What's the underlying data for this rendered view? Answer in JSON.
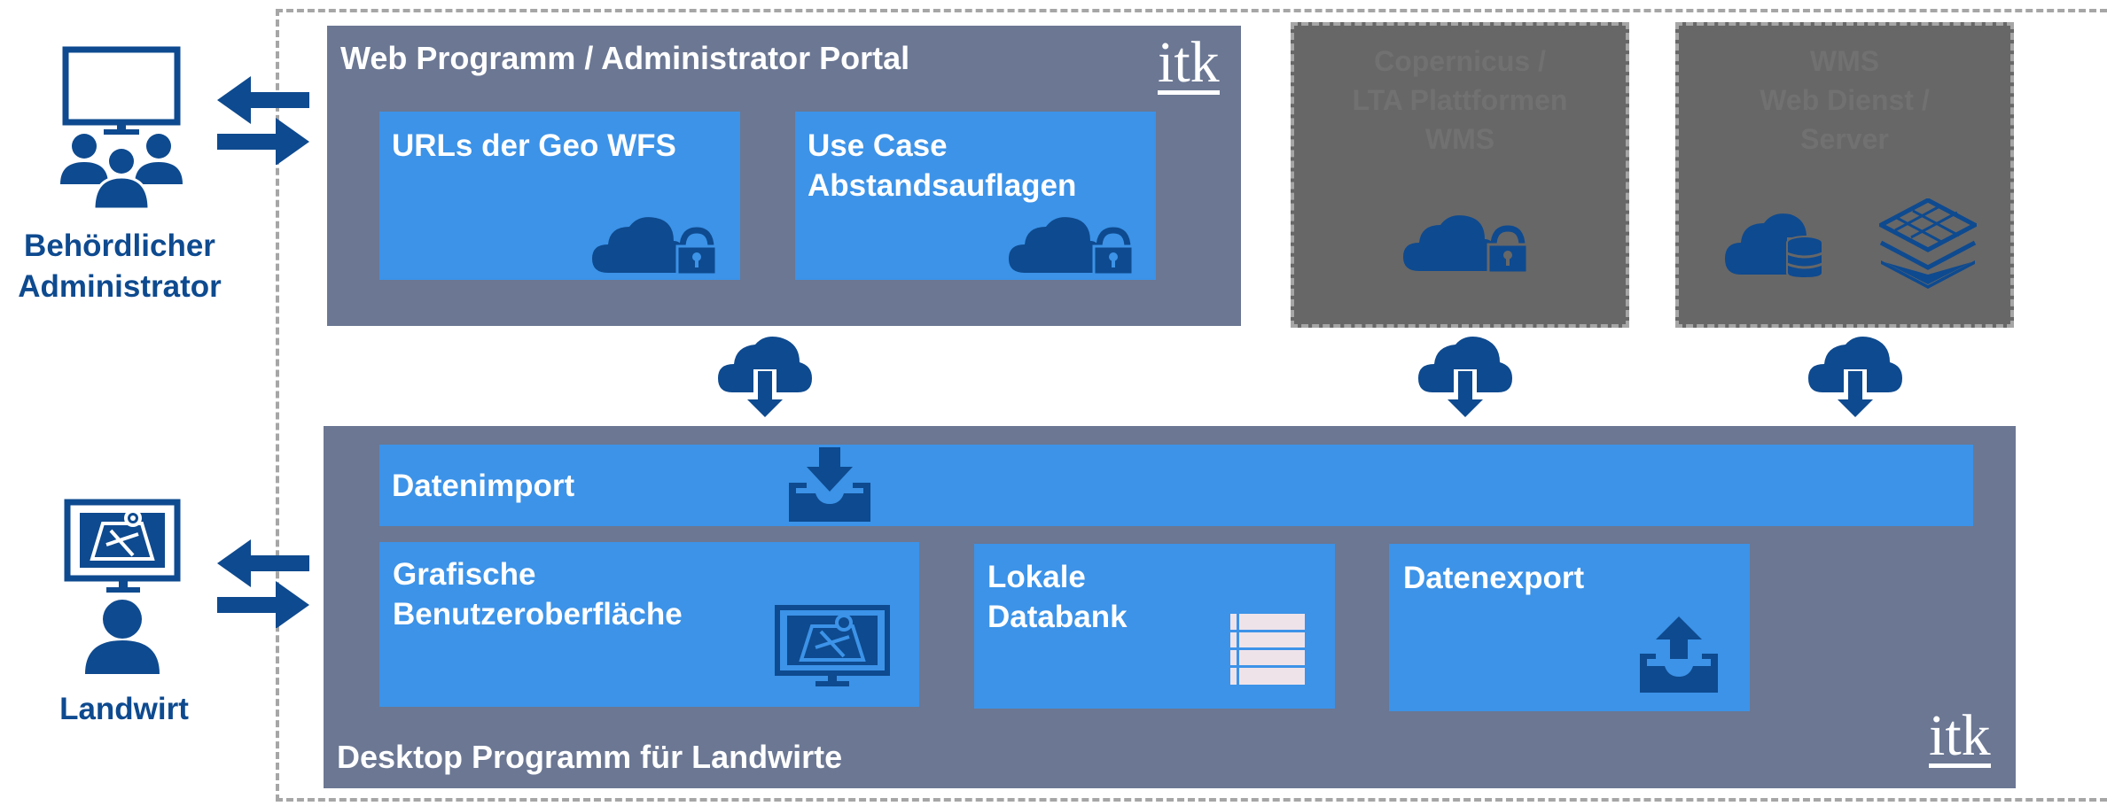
{
  "roles": {
    "admin": {
      "label_line1": "Behördlicher",
      "label_line2": "Administrator",
      "icon": "admin-monitor-group-icon"
    },
    "farmer": {
      "label": "Landwirt",
      "icon": "farmer-map-monitor-icon"
    }
  },
  "web_panel": {
    "title": "Web Programm / Administrator Portal",
    "logo_text": "itk",
    "boxes": [
      {
        "title": "URLs der Geo WFS",
        "icon": "cloud-lock-icon"
      },
      {
        "title_line1": "Use Case",
        "title_line2": "Abstandsauflagen",
        "icon": "cloud-lock-icon"
      }
    ]
  },
  "external_services": [
    {
      "line1": "Copernicus /",
      "line2": "LTA Plattformen",
      "line3": "WMS",
      "icon": "cloud-lock-icon"
    },
    {
      "line1": "WMS",
      "line2": "Web Dienst /",
      "line3": "Server",
      "icons": [
        "cloud-database-icon",
        "layers-icon"
      ]
    }
  ],
  "desktop_panel": {
    "title": "Desktop Programm für Landwirte",
    "logo_text": "itk",
    "import_box": {
      "title": "Datenimport",
      "icon": "inbox-download-icon"
    },
    "gui_box": {
      "title_line1": "Grafische",
      "title_line2": "Benutzeroberfläche",
      "icon": "map-monitor-icon"
    },
    "db_box": {
      "title_line1": "Lokale",
      "title_line2": "Databank",
      "icon": "table-icon"
    },
    "export_box": {
      "title": "Datenexport",
      "icon": "inbox-upload-icon"
    }
  },
  "colors": {
    "panel": "#6b7793",
    "box": "#3c93e8",
    "icon_dark": "#0e4a8f",
    "gray_box": "#676767",
    "dashed_border": "#a6a6a6"
  }
}
